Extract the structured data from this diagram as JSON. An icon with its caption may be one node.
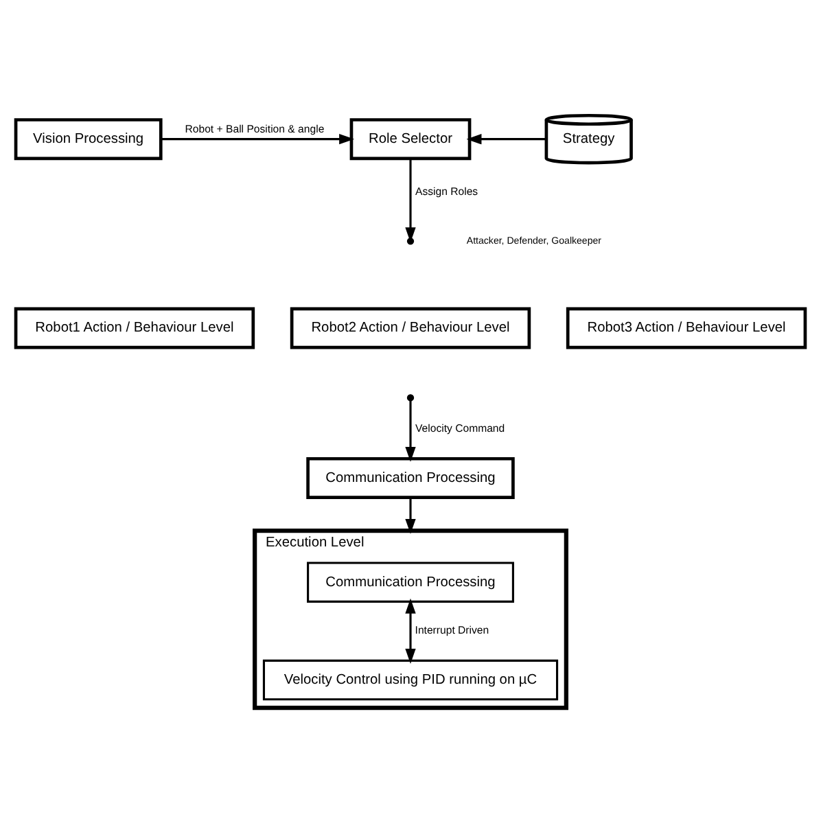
{
  "diagram": {
    "nodes": [
      {
        "text": [
          "Vision Processing"
        ]
      },
      {
        "text": [
          "Role Selector"
        ]
      },
      {
        "text": [
          "Strategy"
        ]
      },
      {
        "text": [
          "Robot1 Action / Behaviour Level"
        ]
      },
      {
        "text": [
          "Robot2 Action / Behaviour Level"
        ]
      },
      {
        "text": [
          "Robot3 Action / Behaviour Level"
        ]
      },
      {
        "text": [
          "Communication Processing"
        ]
      },
      {
        "text": [
          "Execution Level"
        ]
      },
      {
        "text": [
          "Communication Processing"
        ],
        "in": 7
      },
      {
        "text": [
          "Velocity Control using PID running on µC"
        ],
        "in": 7
      }
    ],
    "edges": [
      {
        "from": 0,
        "to": 1,
        "arrow": "to",
        "label": "Robot + Ball Position & angle"
      },
      {
        "from": 2,
        "to": 1,
        "arrow": "to"
      },
      {
        "from": 1,
        "to": null,
        "arrow": "to",
        "label": "Assign Roles"
      },
      {
        "from": null,
        "to": 6,
        "arrow": "to",
        "label": "Velocity Command"
      },
      {
        "from": 6,
        "to": 7,
        "arrow": "to"
      },
      {
        "from": 8,
        "to": 9,
        "arrow": "both",
        "label": "Interrupt Driven"
      }
    ],
    "labels": [
      "Attacker, Defender, Goalkeeper"
    ]
  }
}
